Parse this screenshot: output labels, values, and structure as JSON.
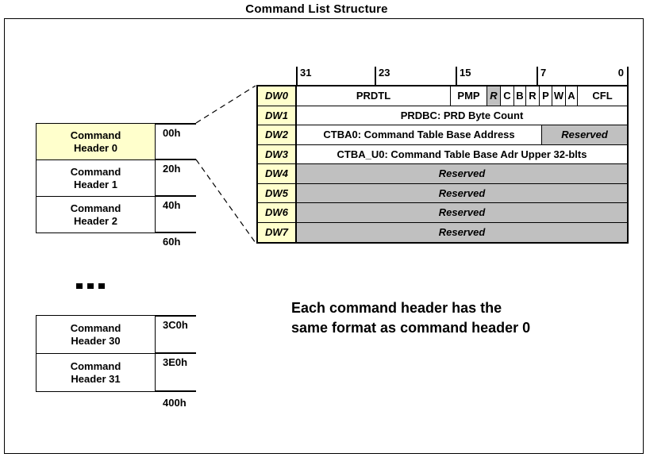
{
  "title": "Command List Structure",
  "colors": {
    "highlight_yellow": "#FFFFCC",
    "reserved_gray": "#C0C0C0",
    "line": "#000000"
  },
  "command_list": {
    "ellipsis": "...",
    "top": {
      "rows": [
        {
          "line1": "Command",
          "line2": "Header 0",
          "offset": "00h"
        },
        {
          "line1": "Command",
          "line2": "Header 1",
          "offset": "20h"
        },
        {
          "line1": "Command",
          "line2": "Header 2",
          "offset": "40h"
        }
      ],
      "end_offset": "60h"
    },
    "bottom": {
      "rows": [
        {
          "line1": "Command",
          "line2": "Header 30",
          "offset": "3C0h"
        },
        {
          "line1": "Command",
          "line2": "Header 31",
          "offset": "3E0h"
        }
      ],
      "end_offset": "400h"
    }
  },
  "dw_table": {
    "bit_labels": [
      "31",
      "23",
      "15",
      "7",
      "0"
    ],
    "rows": [
      {
        "label": "DW0",
        "fields": [
          {
            "text": "PRDTL"
          },
          {
            "text": "PMP"
          },
          {
            "text": "R"
          },
          {
            "text": "C"
          },
          {
            "text": "B"
          },
          {
            "text": "R"
          },
          {
            "text": "P"
          },
          {
            "text": "W"
          },
          {
            "text": "A"
          },
          {
            "text": "CFL"
          }
        ]
      },
      {
        "label": "DW1",
        "fields": [
          {
            "text": "PRDBC: PRD Byte Count"
          }
        ]
      },
      {
        "label": "DW2",
        "fields": [
          {
            "text": "CTBA0: Command Table Base Address"
          },
          {
            "text": "Reserved"
          }
        ]
      },
      {
        "label": "DW3",
        "fields": [
          {
            "text": "CTBA_U0: Command Table Base Adr Upper 32-blts"
          }
        ]
      },
      {
        "label": "DW4",
        "fields": [
          {
            "text": "Reserved"
          }
        ]
      },
      {
        "label": "DW5",
        "fields": [
          {
            "text": "Reserved"
          }
        ]
      },
      {
        "label": "DW6",
        "fields": [
          {
            "text": "Reserved"
          }
        ]
      },
      {
        "label": "DW7",
        "fields": [
          {
            "text": "Reserved"
          }
        ]
      }
    ]
  },
  "note": {
    "line1": "Each command header has the",
    "line2": "same format as command header 0"
  }
}
